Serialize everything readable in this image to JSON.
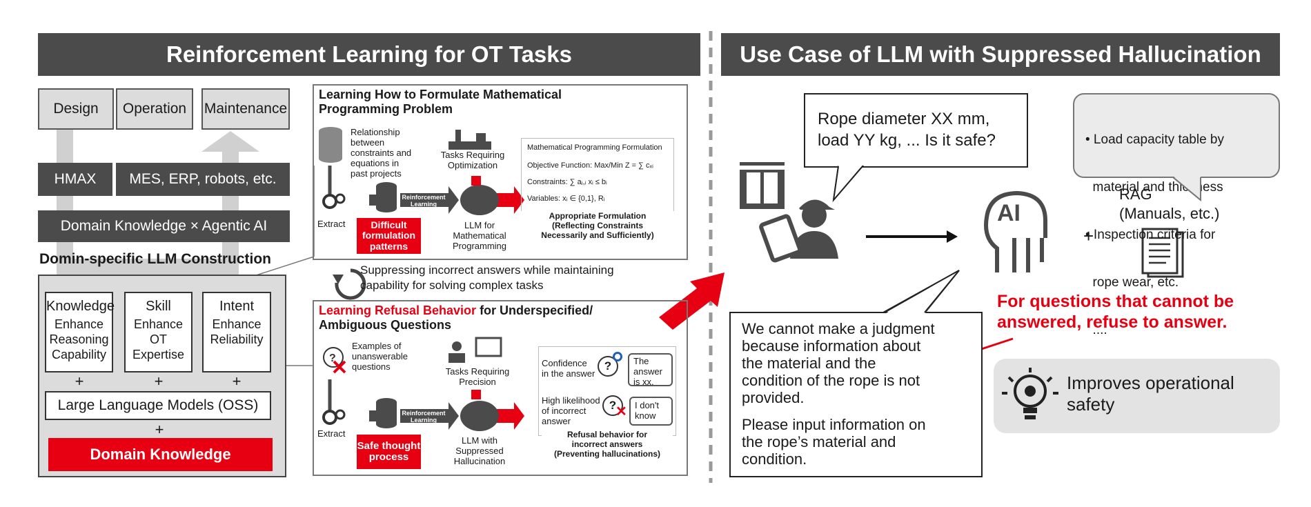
{
  "left": {
    "title": "Reinforcement Learning for OT Tasks",
    "top_boxes": [
      "Design",
      "Operation",
      "Maintenance"
    ],
    "hmax": "HMAX",
    "mes": "MES, ERP, robots, etc.",
    "domain_agentic": "Domain Knowledge × Agentic AI",
    "construction_title": "Domin-specific LLM Construction",
    "cards": [
      {
        "title": "Knowledge",
        "desc": [
          "Enhance",
          "Reasoning",
          "Capability"
        ]
      },
      {
        "title": "Skill",
        "desc": [
          "Enhance",
          "OT",
          "Expertise"
        ]
      },
      {
        "title": "Intent",
        "desc": [
          "Enhance",
          "Reliability"
        ]
      }
    ],
    "plus": "+",
    "llm_oss": "Large Language Models (OSS)",
    "domain_knowledge": "Domain Knowledge"
  },
  "formulate": {
    "title_l1": "Learning How to Formulate Mathematical",
    "title_l2": "Programming Problem",
    "relationship": [
      "Relationship",
      "between",
      "constraints and",
      "equations in",
      "past projects"
    ],
    "extract": "Extract",
    "difficult": [
      "Difficult",
      "formulation",
      "patterns"
    ],
    "rl": [
      "Reinforcement",
      "Learning"
    ],
    "tasks": [
      "Tasks Requiring",
      "Optimization"
    ],
    "llm_math": [
      "LLM for",
      "Mathematical",
      "Programming"
    ],
    "mpf_title": "Mathematical Programming Formulation",
    "objective": "Objective Function: Max/Min Z = ∑ cₓᵢ",
    "constraints": "Constraints: ∑ aⱼ,ᵢ xᵢ ≤ bᵢ",
    "variables": "Variables: xᵢ ∈ {0,1}, Rᵢ",
    "appropriate": [
      "Appropriate Formulation",
      "(Reflecting Constraints",
      "Necessarily and Sufficiently)"
    ]
  },
  "suppress": [
    "Suppressing incorrect answers while maintaining",
    "capability for solving complex tasks"
  ],
  "refusal": {
    "title_red": "Learning Refusal Behavior",
    "title_rest": " for Underspecified/",
    "title_l2": "Ambiguous Questions",
    "examples": [
      "Examples of",
      "unanswerable",
      "questions"
    ],
    "extract": "Extract",
    "safe": [
      "Safe thought",
      "process"
    ],
    "rl": [
      "Reinforcement",
      "Learning"
    ],
    "tasks": [
      "Tasks Requiring",
      "Precision"
    ],
    "llm_supp": [
      "LLM with",
      "Suppressed",
      "Hallucination"
    ],
    "confidence": [
      "Confidence",
      "in the answer"
    ],
    "answer_xx": [
      "The",
      "answer",
      "is xx."
    ],
    "high_likelihood": [
      "High likelihood",
      "of incorrect",
      "answer"
    ],
    "dont_know": [
      "I don't",
      "know"
    ],
    "refusal_caption": [
      "Refusal behavior for",
      "incorrect answers",
      "(Preventing hallucinations)"
    ]
  },
  "right": {
    "title": "Use Case of LLM with Suppressed Hallucination",
    "question": [
      "Rope diameter XX mm,",
      "load YY kg, ... Is it safe?"
    ],
    "rag_items": [
      "• Load capacity table by",
      "  material and thickness",
      "• Inspection criteria for",
      "  rope wear, etc.",
      "  ...."
    ],
    "rag_label": [
      "RAG",
      "(Manuals, etc.)"
    ],
    "ai_label": "AI",
    "plus": "+",
    "answer_p1": [
      "We cannot make a judgment",
      "because information about",
      "the material and the",
      "condition of the rope is not",
      "provided."
    ],
    "answer_p2": [
      "Please input information on",
      "the rope’s material and",
      "condition."
    ],
    "refuse": [
      "For questions that cannot be",
      "answered, refuse to answer."
    ],
    "improves": [
      "Improves operational",
      "safety"
    ]
  },
  "colors": {
    "red": "#e60012",
    "dark": "#4b4b4b",
    "light": "#dcdcdc"
  }
}
